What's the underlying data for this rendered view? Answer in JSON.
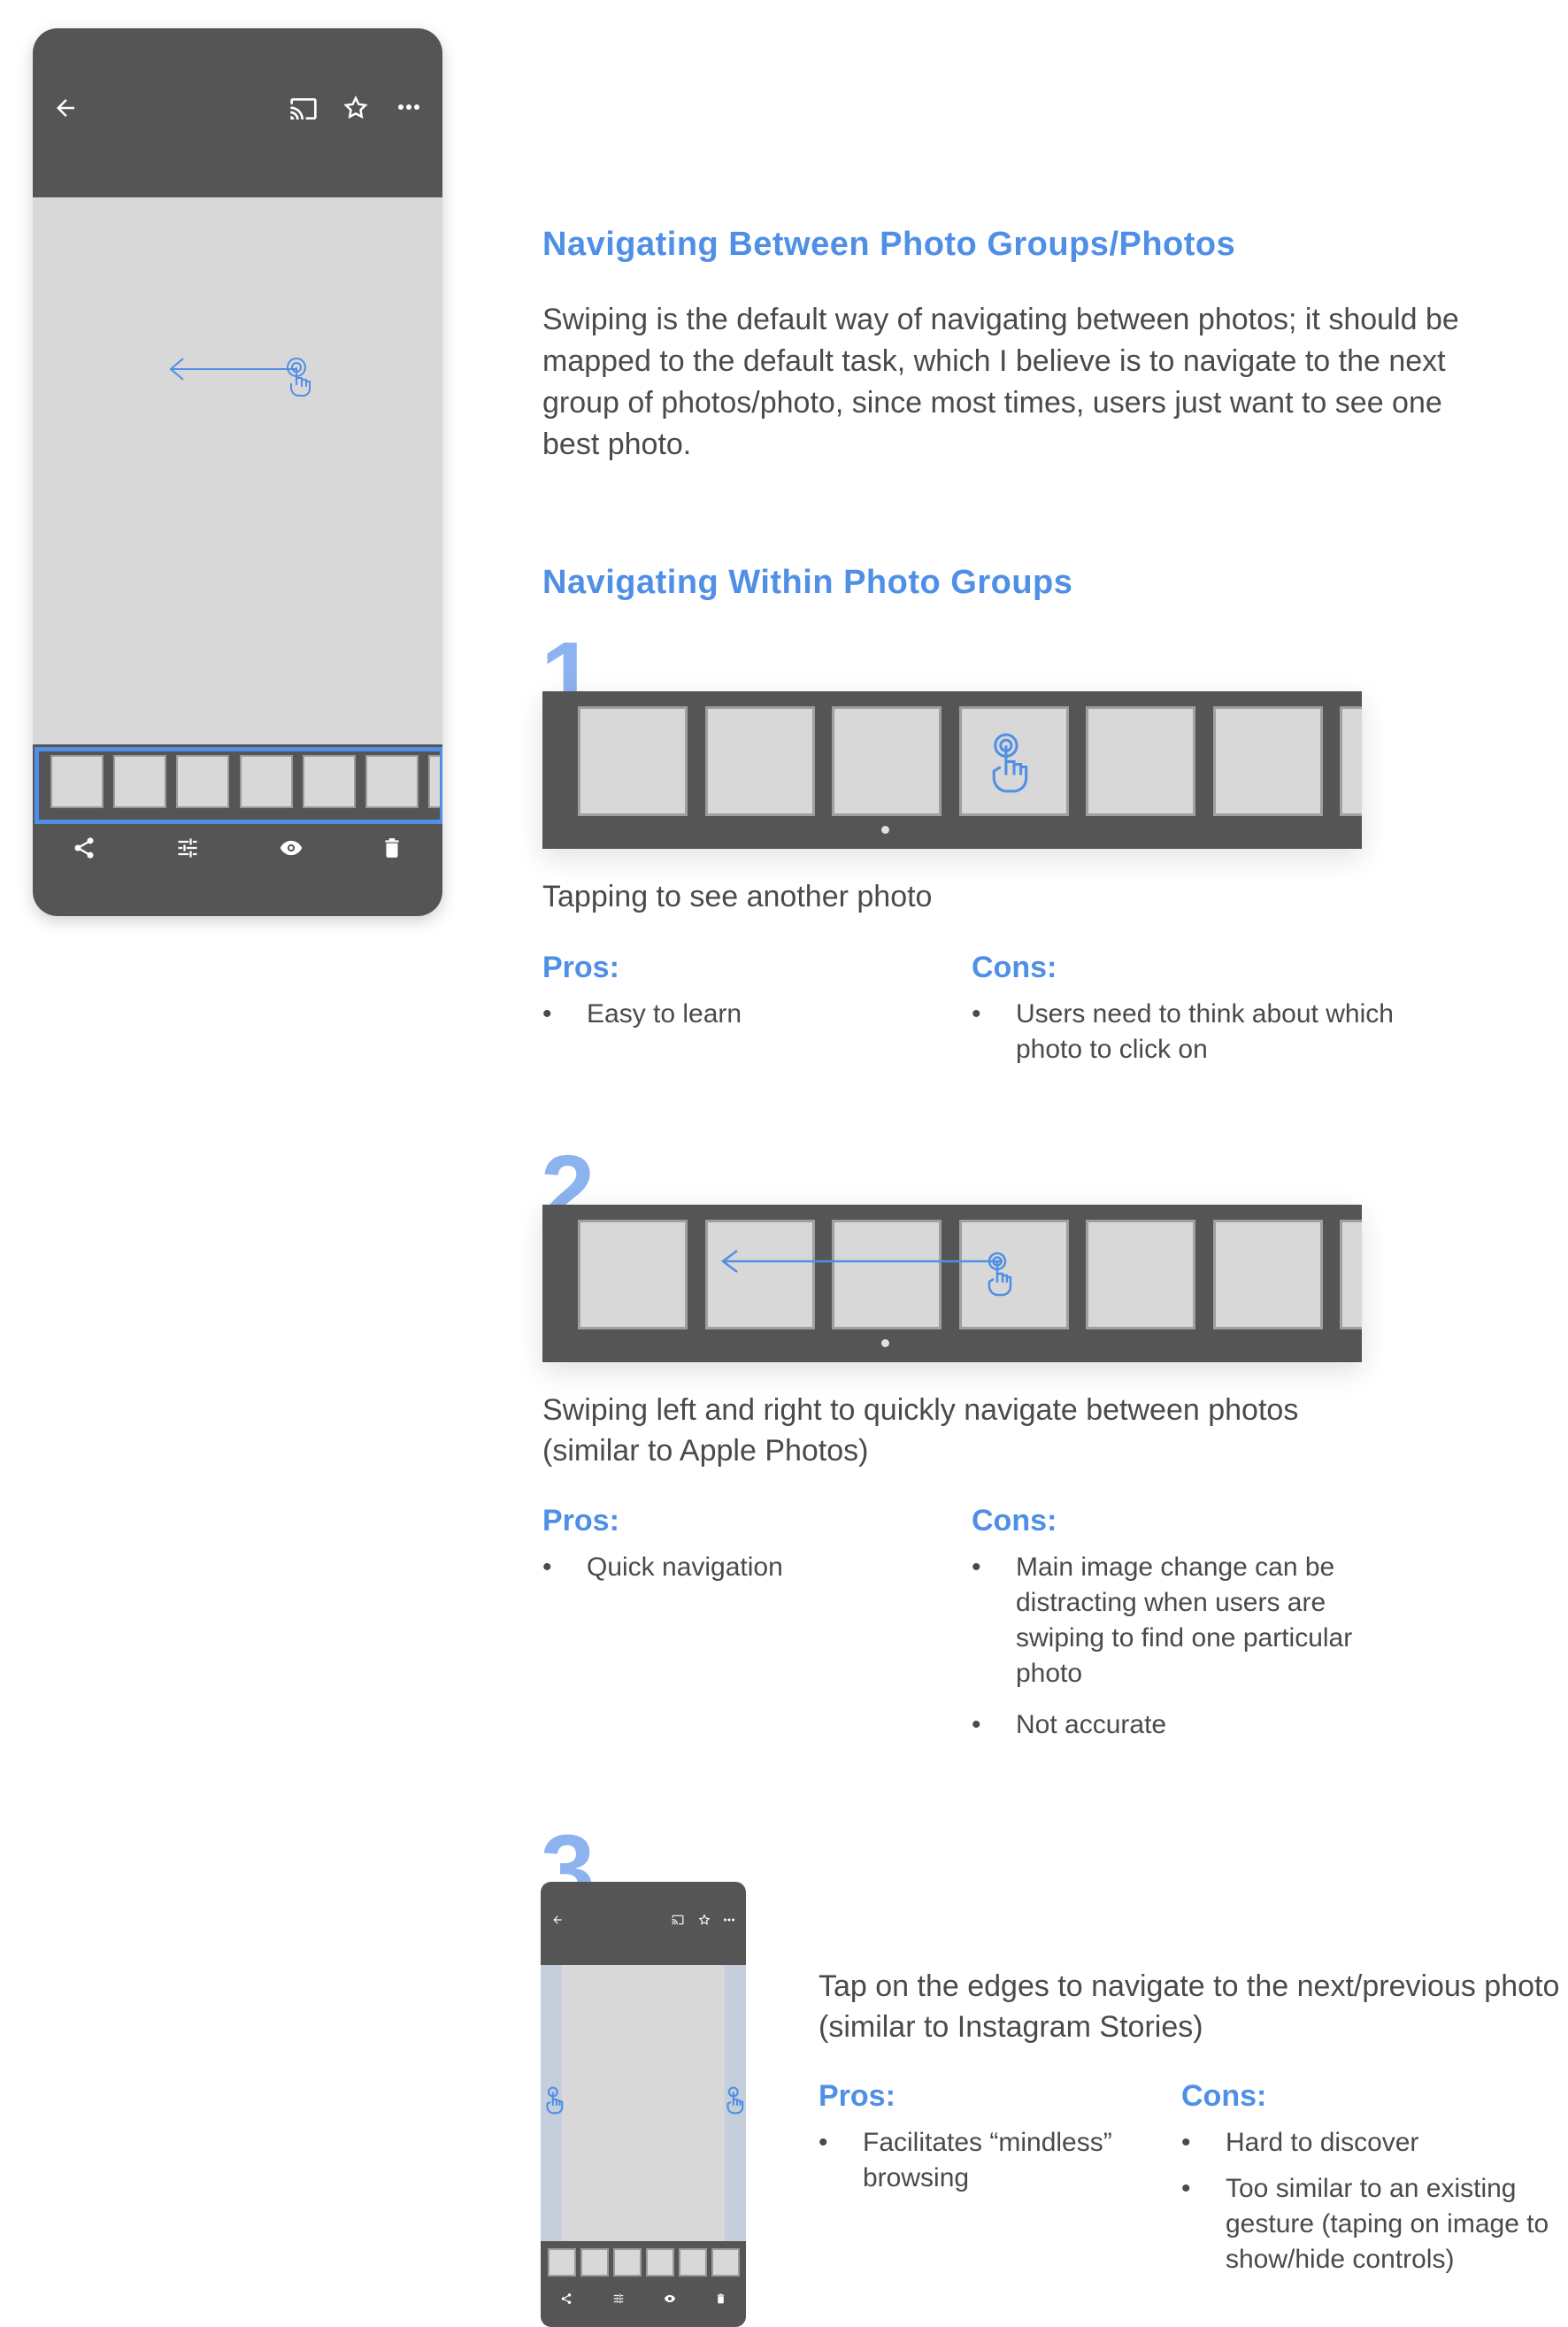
{
  "phone": {
    "icons": {
      "back": "arrow-left-icon",
      "cast": "cast-icon",
      "favorite": "star-icon",
      "more": "more-horizontal-icon",
      "share": "share-icon",
      "adjust": "sliders-icon",
      "view": "eye-icon",
      "delete": "trash-icon"
    }
  },
  "section1": {
    "heading": "Navigating Between Photo Groups/Photos",
    "paragraph": "Swiping is the default way of navigating between photos; it should be mapped to the default task, which I believe is to navigate to the next group of photos/photo, since most times, users just want to see one best photo."
  },
  "section2": {
    "heading": "Navigating Within Photo Groups"
  },
  "options": [
    {
      "number": "1",
      "caption": "Tapping to see another photo",
      "pros_label": "Pros:",
      "cons_label": "Cons:",
      "pros": [
        "Easy to learn"
      ],
      "cons": [
        "Users need to think about which photo to click on"
      ]
    },
    {
      "number": "2",
      "caption": "Swiping left and right to quickly navigate between photos (similar to Apple Photos)",
      "pros_label": "Pros:",
      "cons_label": "Cons:",
      "pros": [
        "Quick navigation"
      ],
      "cons": [
        "Main image change can be distracting when users are swiping to find one particular photo",
        "Not accurate"
      ]
    },
    {
      "number": "3",
      "caption": "Tap on the edges to navigate to the next/previous photo (similar to Instagram Stories)",
      "pros_label": "Pros:",
      "cons_label": "Cons:",
      "pros": [
        "Facilitates “mindless” browsing"
      ],
      "cons": [
        "Hard to discover",
        "Too similar to an existing gesture (taping on image to show/hide controls)"
      ]
    }
  ],
  "colors": {
    "accent": "#4f8fe6",
    "number": "#8cb3ef",
    "device": "#555555",
    "placeholder": "#d8d8d8",
    "text": "#4a4a4a"
  }
}
